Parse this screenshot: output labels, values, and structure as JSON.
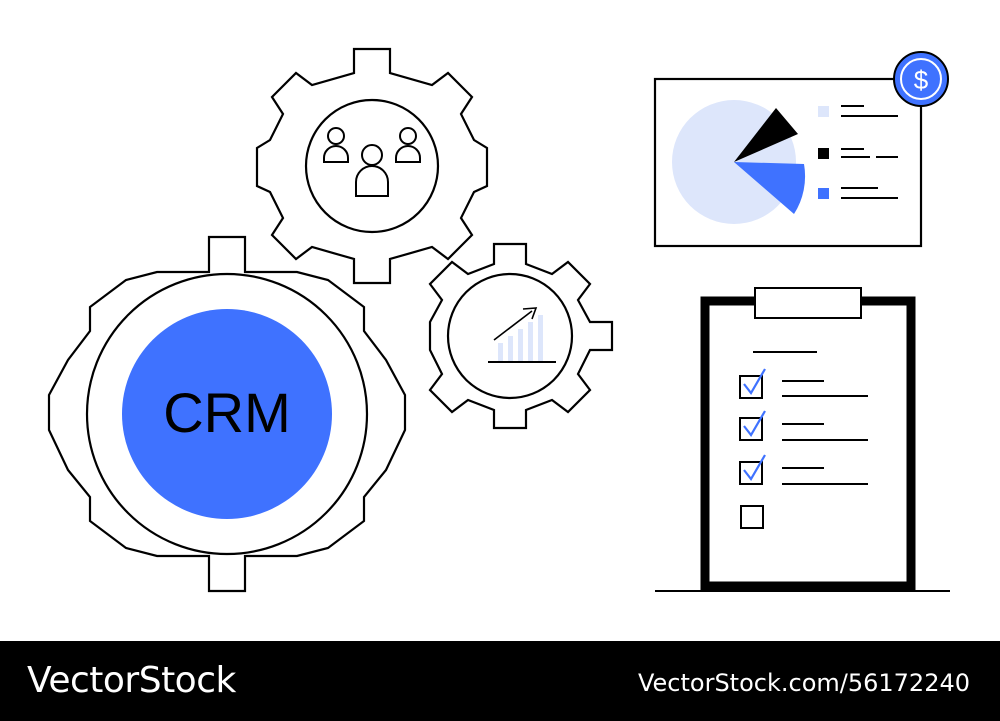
{
  "illustration": {
    "crm_gear": {
      "label": "CRM"
    },
    "dashboard": {
      "currency_symbol": "$"
    },
    "checklist": {
      "items_checked": [
        true,
        true,
        true,
        false
      ]
    }
  },
  "colors": {
    "accent": "#3f72ff",
    "accent_light": "#dde6fb",
    "line": "#000000"
  },
  "footer": {
    "brand": "VectorStock",
    "image_id": "VectorStock.com/56172240"
  }
}
